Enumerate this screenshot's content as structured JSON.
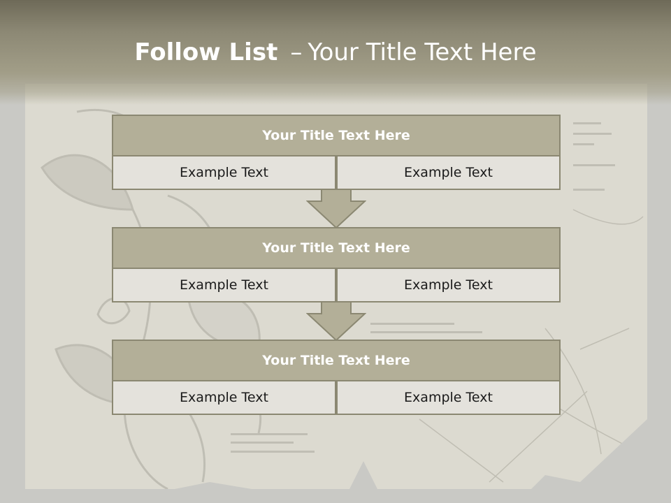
{
  "slide": {
    "title_bold": "Follow List",
    "title_separator": "–",
    "title_rest": "Your Title Text Here"
  },
  "blocks": [
    {
      "title": "Your Title Text Here",
      "left_text": "Example Text",
      "right_text": "Example Text"
    },
    {
      "title": "Your Title Text Here",
      "left_text": "Example Text",
      "right_text": "Example Text"
    },
    {
      "title": "Your Title Text Here",
      "left_text": "Example Text",
      "right_text": "Example Text"
    }
  ],
  "colors": {
    "title_band": "#8c8874",
    "block_head": "#b3af98",
    "block_border": "#8b8872",
    "cell_fill": "#e4e2dc",
    "arrow_fill": "#b3af98"
  },
  "icons": [
    "down-arrow-icon",
    "down-arrow-icon"
  ]
}
